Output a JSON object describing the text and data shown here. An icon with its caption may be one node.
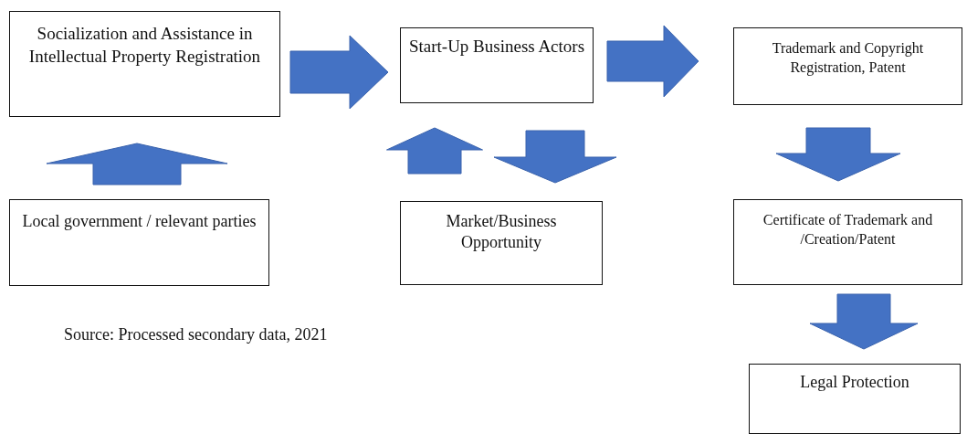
{
  "diagram": {
    "nodes": [
      {
        "text": [
          "Socialization and Assistance in Intellectual Property Registration"
        ]
      },
      {
        "text": [
          "Start-Up Business Actors"
        ]
      },
      {
        "text": [
          "Trademark and Copyright Registration, Patent"
        ]
      },
      {
        "text": [
          "Local government / relevant parties"
        ]
      },
      {
        "text": [
          "Market/Business Opportunity"
        ]
      },
      {
        "text": [
          "Certificate of Trademark and /Creation/Patent"
        ]
      },
      {
        "text": [
          "Legal Protection"
        ]
      }
    ],
    "edges": [
      {
        "from": 0,
        "to": 1,
        "arrow": "to"
      },
      {
        "from": 1,
        "to": 2,
        "arrow": "to"
      },
      {
        "from": 3,
        "to": 0,
        "arrow": "to"
      },
      {
        "from": 4,
        "to": 1,
        "arrow": "to"
      },
      {
        "from": 1,
        "to": 4,
        "arrow": "to"
      },
      {
        "from": 2,
        "to": 5,
        "arrow": "to"
      },
      {
        "from": 5,
        "to": 6,
        "arrow": "to"
      }
    ],
    "labels": [
      "Source: Processed secondary data, 2021"
    ]
  }
}
